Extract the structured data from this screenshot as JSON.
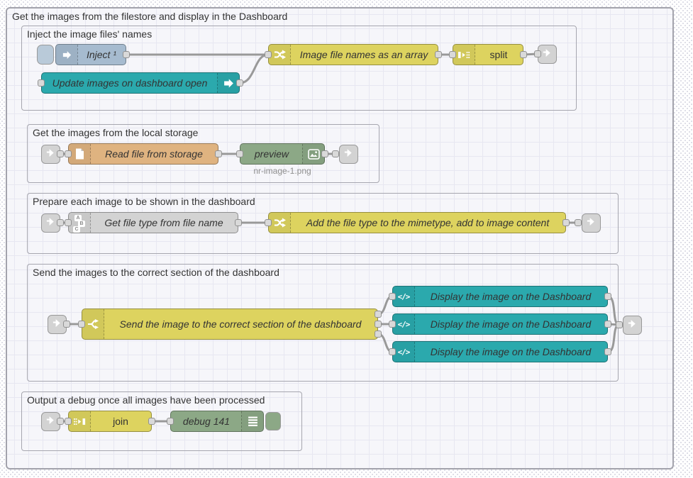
{
  "flow": {
    "group_label": "Get the images from the filestore and display in the Dashboard",
    "groups": [
      {
        "label": "Inject the image files' names",
        "nodes": [
          {
            "type": "inject",
            "label": "Inject ¹"
          },
          {
            "type": "ui_control",
            "label": "Update images on dashboard open"
          },
          {
            "type": "function",
            "label": "Image file names as an array"
          },
          {
            "type": "split",
            "label": "split"
          }
        ]
      },
      {
        "label": "Get the images from the local storage",
        "nodes": [
          {
            "type": "file-in",
            "label": "Read file from storage"
          },
          {
            "type": "image-preview",
            "label": "preview",
            "status": "nr-image-1.png"
          }
        ]
      },
      {
        "label": "Prepare each image to be shown in the dashboard",
        "nodes": [
          {
            "type": "change",
            "label": "Get file type from file name"
          },
          {
            "type": "function",
            "label": "Add the file type to the mimetype, add to image content"
          }
        ]
      },
      {
        "label": "Send the images to the correct section of the dashboard",
        "nodes": [
          {
            "type": "switch",
            "label": "Send the image to the correct section of the dashboard"
          },
          {
            "type": "ui_template",
            "label": "Display the image on the Dashboard"
          },
          {
            "type": "ui_template",
            "label": "Display the image on the Dashboard"
          },
          {
            "type": "ui_template",
            "label": "Display the image on the Dashboard"
          }
        ]
      },
      {
        "label": "Output a debug once all images have been processed",
        "nodes": [
          {
            "type": "join",
            "label": "join"
          },
          {
            "type": "debug",
            "label": "debug 141"
          }
        ]
      }
    ]
  },
  "icons": {
    "template_glyph": "</>",
    "abc": [
      "A",
      "B",
      "C"
    ]
  },
  "colors": {
    "inject_blue": "#a6bbcf",
    "dashboard_teal": "#2ba9ad",
    "function_yellow": "#ddd35f",
    "debug_green": "#8ca886",
    "file_tan": "#dfb380",
    "node_grey": "#d3d3d3",
    "wire_grey": "#999999",
    "group_border": "#a6a6af",
    "workspace_fill": "#f6f6fa"
  }
}
